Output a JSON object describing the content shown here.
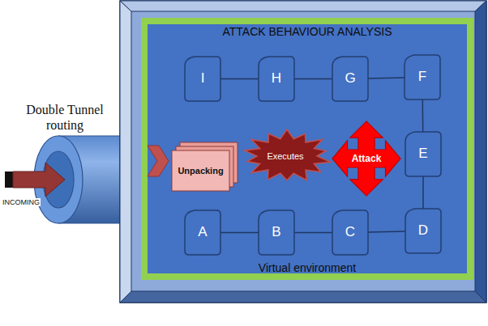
{
  "diagram": {
    "nodes": [
      {
        "text": [
          "Double Tunnel routing"
        ]
      },
      {
        "text": [
          "ATTACK BEHAVIOUR ANALYSIS",
          "Virtual environment"
        ]
      },
      {
        "text": [
          "I"
        ],
        "in": 1
      },
      {
        "text": [
          "H"
        ],
        "in": 1
      },
      {
        "text": [
          "G"
        ],
        "in": 1
      },
      {
        "text": [
          "F"
        ],
        "in": 1
      },
      {
        "text": [
          "Unpacking"
        ],
        "in": 1
      },
      {
        "text": [
          "Executes"
        ],
        "in": 1
      },
      {
        "text": [
          "Attack"
        ],
        "in": 1
      },
      {
        "text": [
          "E"
        ],
        "in": 1
      },
      {
        "text": [
          "A"
        ],
        "in": 1
      },
      {
        "text": [
          "B"
        ],
        "in": 1
      },
      {
        "text": [
          "C"
        ],
        "in": 1
      },
      {
        "text": [
          "D"
        ],
        "in": 1
      }
    ],
    "edges": [
      {
        "from": 2,
        "to": 3,
        "arrow": "none"
      },
      {
        "from": 3,
        "to": 4,
        "arrow": "none"
      },
      {
        "from": 4,
        "to": 5,
        "arrow": "none"
      },
      {
        "from": 5,
        "to": 9,
        "arrow": "none"
      },
      {
        "from": 9,
        "to": 13,
        "arrow": "none"
      },
      {
        "from": 10,
        "to": 11,
        "arrow": "none"
      },
      {
        "from": 11,
        "to": 12,
        "arrow": "none"
      },
      {
        "from": 12,
        "to": 13,
        "arrow": "none"
      }
    ],
    "labels": [
      "INCOMING"
    ]
  }
}
